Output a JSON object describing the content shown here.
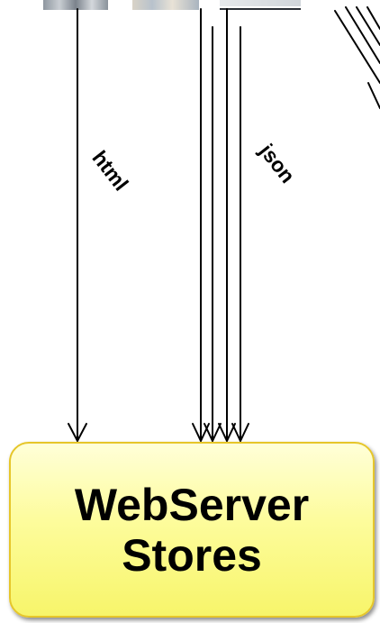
{
  "thumbnails": [
    {
      "name": "client-thumbnail-1"
    },
    {
      "name": "client-thumbnail-2"
    },
    {
      "name": "client-thumbnail-3"
    }
  ],
  "edges": {
    "html_label": "html",
    "json_label": "json"
  },
  "server": {
    "line1": "WebServer",
    "line2": "Stores"
  },
  "colors": {
    "box_border": "#e6c62a",
    "box_fill_top": "#ffffd8",
    "box_fill_bottom": "#f7f56a",
    "arrow": "#000000"
  }
}
